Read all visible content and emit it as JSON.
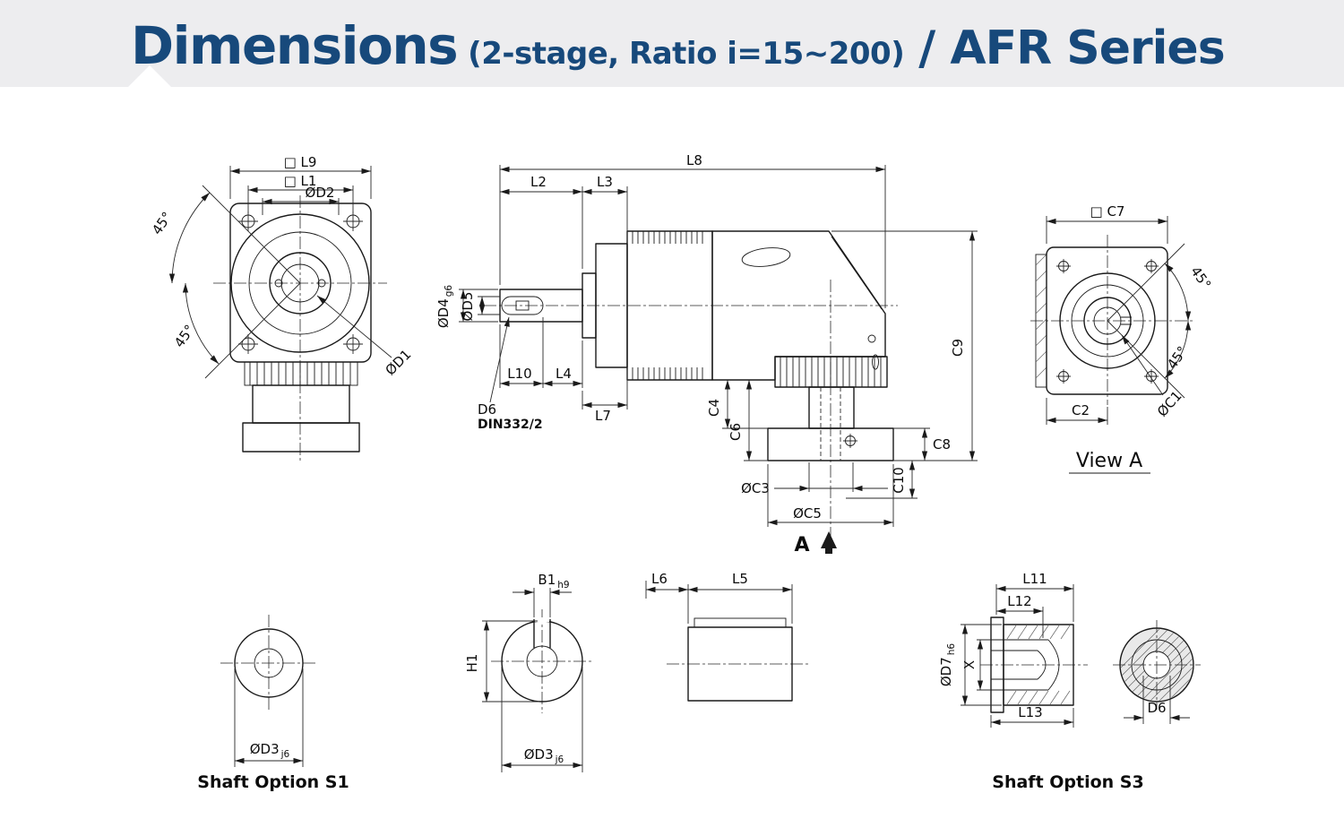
{
  "header": {
    "title_main": "Dimensions",
    "title_sub": "(2-stage, Ratio i=15~200)",
    "title_series": "/ AFR Series"
  },
  "colors": {
    "title": "#17497b",
    "band": "#ededef"
  },
  "front_view": {
    "dim_l9": "□ L9",
    "dim_l1": "□ L1",
    "dim_d2": "ØD2",
    "dim_angle_top": "45°",
    "dim_angle_bottom": "45°",
    "dim_d1": "ØD1"
  },
  "side_view": {
    "dim_l8": "L8",
    "dim_l2": "L2",
    "dim_l3": "L3",
    "dim_d4": "ØD4",
    "dim_d4_tol": "g6",
    "dim_d5": "ØD5",
    "dim_l10": "L10",
    "dim_l4": "L4",
    "dim_l7": "L7",
    "dim_d6": "D6",
    "dim_d6_std": "DIN332/2",
    "dim_c4": "C4",
    "dim_c6": "C6",
    "dim_c3": "ØC3",
    "dim_c5": "ØC5",
    "dim_c8": "C8",
    "dim_c10": "C10",
    "dim_c9": "C9",
    "view_label": "A"
  },
  "view_a": {
    "dim_c7": "□ C7",
    "dim_angle_top": "45°",
    "dim_angle_bottom": "45°",
    "dim_c2": "C2",
    "dim_c1": "ØC1",
    "title": "View A"
  },
  "shaft_s1": {
    "dim_d3": "ØD3",
    "dim_d3_tol": "j6",
    "caption": "Shaft Option S1"
  },
  "shaft_key": {
    "dim_b1": "B1",
    "dim_b1_tol": "h9",
    "dim_h1": "H1",
    "dim_d3": "ØD3",
    "dim_d3_tol": "j6",
    "dim_l6": "L6",
    "dim_l5": "L5"
  },
  "shaft_s3": {
    "dim_l11": "L11",
    "dim_l12": "L12",
    "dim_d7": "ØD7",
    "dim_d7_tol": "h6",
    "dim_x": "X",
    "dim_l13": "L13",
    "dim_d6": "D6",
    "caption": "Shaft Option S3"
  }
}
